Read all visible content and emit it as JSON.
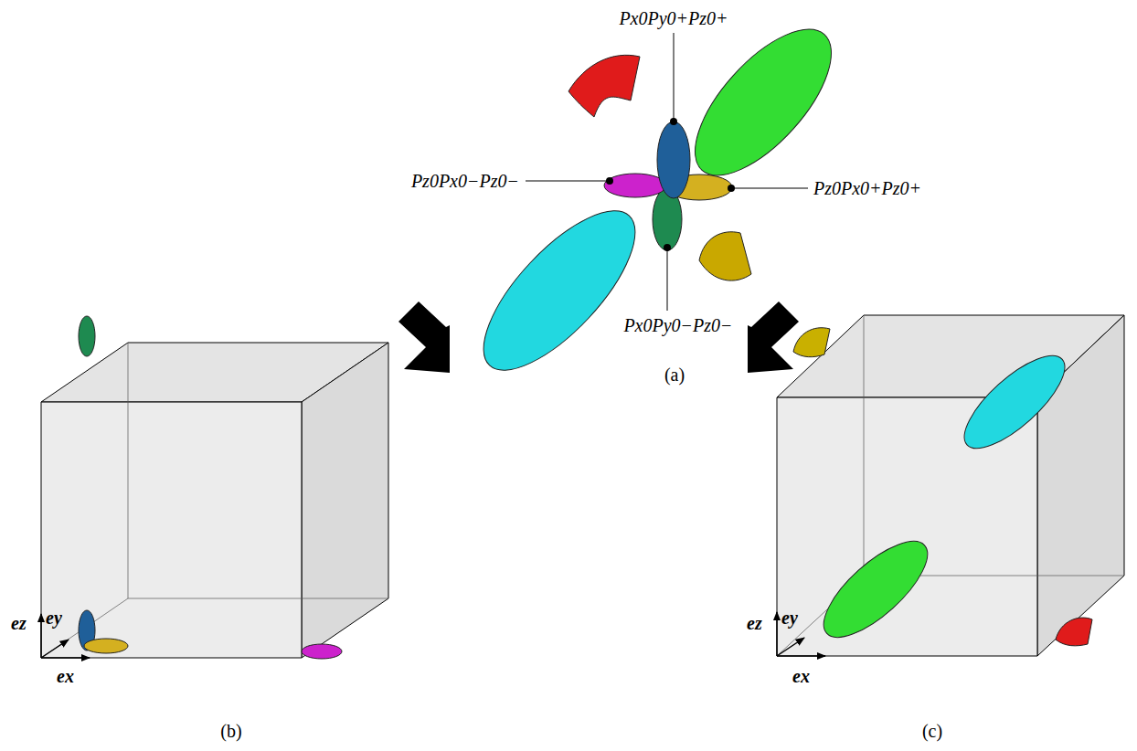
{
  "diagram": {
    "labels": [
      "Px0Py0+Pz0+",
      "Pz0Px0−Pz0−",
      "Pz0Px0+Pz0+",
      "Px0Py0−Pz0−",
      "(a)",
      "ez",
      "ey",
      "ex",
      "(b)",
      "ez",
      "ey",
      "ex",
      "(c)"
    ]
  }
}
